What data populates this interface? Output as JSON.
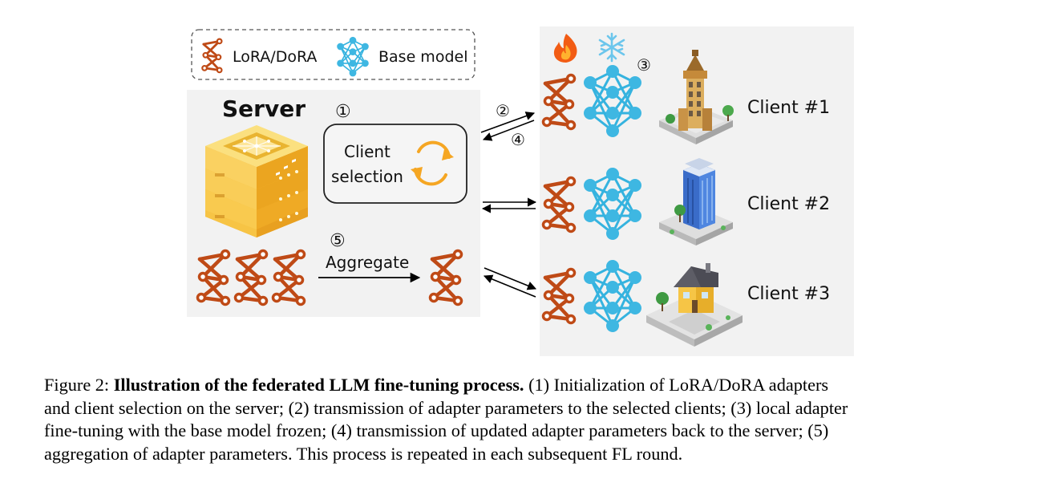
{
  "legend": {
    "lora_label": "LoRA/DoRA",
    "base_label": "Base model"
  },
  "server": {
    "title": "Server",
    "step1": "①",
    "client_selection_line1": "Client",
    "client_selection_line2": "selection",
    "step5": "⑤",
    "aggregate_label": "Aggregate"
  },
  "transfer": {
    "step2": "②",
    "step4": "④"
  },
  "clients": {
    "step3": "③",
    "items": [
      {
        "label": "Client #1"
      },
      {
        "label": "Client #2"
      },
      {
        "label": "Client #3"
      }
    ]
  },
  "caption": {
    "prefix": "Figure 2: ",
    "bold": "Illustration of the federated LLM fine-tuning process.",
    "line1_rest": " (1) Initialization of LoRA/DoRA adapters",
    "line2": "and client selection on the server; (2) transmission of adapter parameters to the selected clients; (3) local adapter",
    "line3": "fine-tuning with the base model frozen; (4) transmission of updated adapter parameters back to the server; (5)",
    "line4": "aggregation of adapter parameters. This process is repeated in each subsequent FL round."
  },
  "colors": {
    "lora": "#bf4a16",
    "base": "#35b3df",
    "server_gold": "#f3b51c",
    "panel_bg": "#f2f2f2",
    "sync_orange": "#f5a623"
  },
  "icons": {
    "fire": "fire-icon",
    "snowflake": "snowflake-icon",
    "sync": "sync-icon",
    "server": "server-stack-icon"
  }
}
